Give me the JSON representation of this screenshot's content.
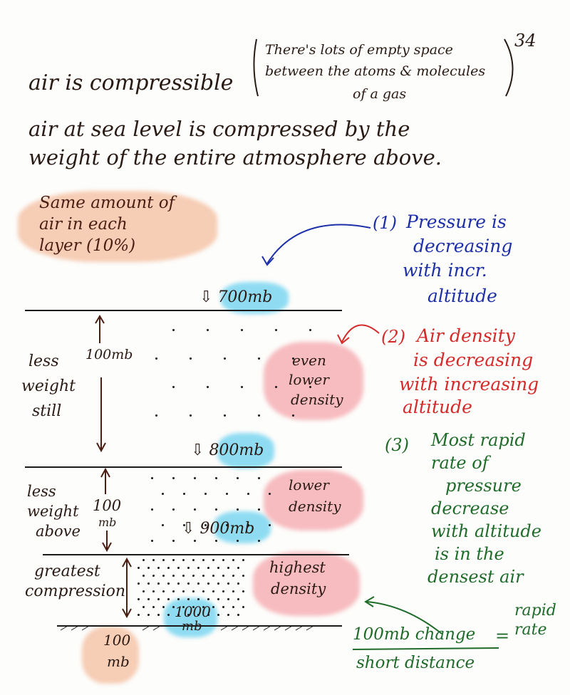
{
  "page_number": "34",
  "intro": {
    "line1": "air is compressible",
    "paren1": "There's lots of empty space",
    "paren2": "between the atoms & molecules",
    "paren3": "of a gas",
    "line2": "air at sea level is compressed by the",
    "line3": "weight of the entire atmosphere above."
  },
  "note_layers": [
    "Same amount of",
    "air in each",
    "layer (10%)"
  ],
  "levels": {
    "l700": "700mb",
    "l800": "800mb",
    "l900": "900mb",
    "l1000a": "1000",
    "l1000b": "mb"
  },
  "left_labels": {
    "top_gap": "100mb",
    "top_weight": [
      "less",
      "weight",
      "still"
    ],
    "mid_gap": [
      "100",
      "mb"
    ],
    "mid_weight": [
      "less",
      "weight",
      "above"
    ],
    "bottom_label": [
      "greatest",
      "compression"
    ],
    "ground_gap": [
      "100",
      "mb"
    ]
  },
  "density_labels": {
    "top": [
      "even",
      "lower",
      "density"
    ],
    "mid": [
      "lower",
      "density"
    ],
    "bottom": [
      "highest",
      "density"
    ]
  },
  "points": {
    "p1": {
      "num": "1",
      "lines": [
        "Pressure is",
        "decreasing",
        "with incr.",
        "altitude"
      ]
    },
    "p2": {
      "num": "2",
      "lines": [
        "Air density",
        "is decreasing",
        "with increasing",
        "altitude"
      ]
    },
    "p3": {
      "num": "3",
      "lines": [
        "Most rapid",
        "rate of",
        "pressure",
        "decrease",
        "with altitude",
        "is in the",
        "densest air"
      ]
    }
  },
  "equation": {
    "top": "100mb change",
    "bottom": "short distance",
    "eq": "=",
    "result": [
      "rapid",
      "rate"
    ]
  },
  "colors": {
    "blue": "#1d2fa8",
    "red": "#d42a2a",
    "green": "#1f6b2a",
    "highlight_blue": "#7fd3ef",
    "highlight_red": "#f3a3a8",
    "highlight_orange": "#f2b99a"
  }
}
